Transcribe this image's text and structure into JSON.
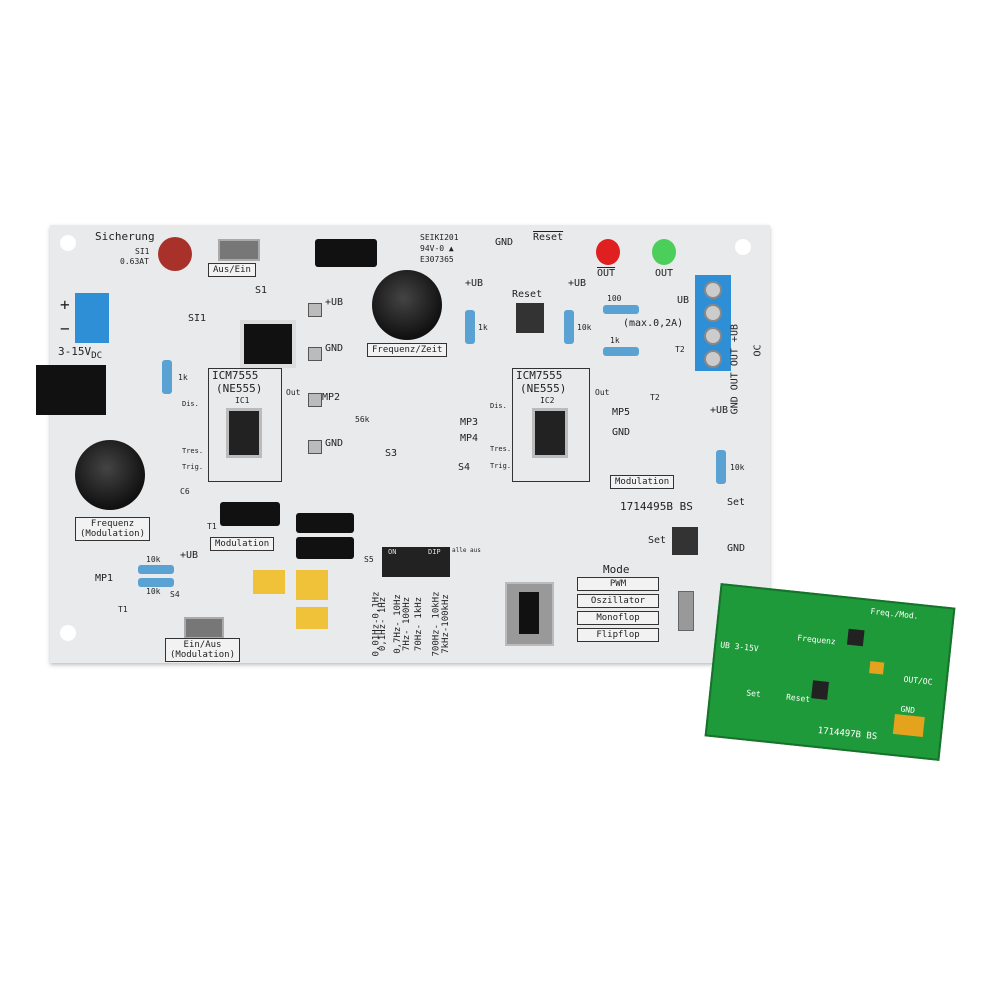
{
  "main_board": {
    "fuse_title": "Sicherung",
    "fuse_id": "SI1",
    "fuse_rating": "0.63AT",
    "power_switch": "Aus/Ein",
    "s1": "S1",
    "si1": "SI1",
    "plus": "+",
    "minus": "−",
    "voltage": "3-15V",
    "voltage_sub": "DC",
    "manufacturer": [
      "SEIKI201",
      "94V-0 ▲",
      "E307365"
    ],
    "plus_ub": "+UB",
    "gnd": "GND",
    "reset": "Reset",
    "out": "OUT",
    "ub": "UB",
    "terminal_label": "GND OUT OUT +UB",
    "oc": "OC",
    "max_current": "(max.0,2A)",
    "r100": "100",
    "r1k": "1k",
    "r10k": "10k",
    "r56k": "56k",
    "ic1_name": "ICM7555",
    "ic1_alt": "(NE555)",
    "ic1": "IC1",
    "ic2": "IC2",
    "mp1": "MP1",
    "mp2": "MP2",
    "mp3": "MP3",
    "mp4": "MP4",
    "mp5": "MP5",
    "pin_out": "Out",
    "pin_dis": "Dis.",
    "pin_tres": "Tres.",
    "pin_trig": "Trig.",
    "pot_left": "Frequenz",
    "pot_left_sub": "(Modulation)",
    "pot_right": "Frequenz/Zeit",
    "modulation": "Modulation",
    "s2_switch": "Ein/Aus",
    "s2_sub": "(Modulation)",
    "s3": "S3",
    "s4": "S4",
    "s5": "S5",
    "c6": "C6",
    "t1": "T1",
    "t2": "T2",
    "board_id": "1714495B BS",
    "set": "Set",
    "dip_on": "ON",
    "dip_brand": "DIP",
    "dip_all": "alle aus",
    "ranges": [
      "0,01Hz-0,1Hz",
      "0,1Hz- 1Hz",
      "0,7Hz- 10Hz",
      "7Hz- 100Hz",
      "70Hz- 1kHz",
      "700Hz- 10kHz",
      "7kHz-100kHz"
    ],
    "mode_title": "Mode",
    "modes": [
      "PWM",
      "Oszillator",
      "Monoflop",
      "Flipflop"
    ]
  },
  "small_board": {
    "title": "Freq./Mod.",
    "freq": "Frequenz",
    "id": "1714497B BS",
    "ub": "UB 3-15V",
    "outoc": "OUT/OC",
    "gnd": "GND",
    "set": "Set",
    "reset": "Reset"
  },
  "colors": {
    "pcb": "#e9eaec",
    "green_pcb": "#1f9a3a",
    "led_red": "#e02020",
    "led_green": "#4ccf5a",
    "terminal": "#2f8fd6"
  }
}
